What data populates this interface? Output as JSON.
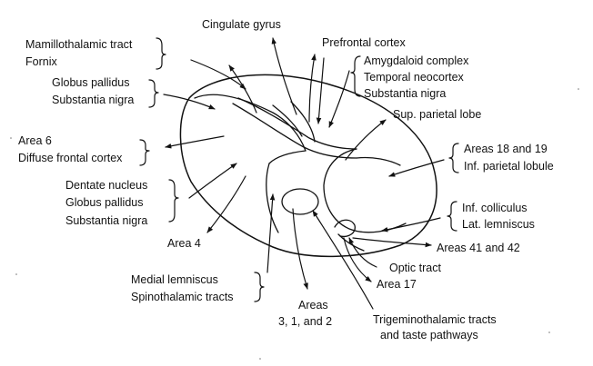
{
  "labels": {
    "mammillothalamic_tract": "Mamillothalamic tract",
    "fornix": "Fornix",
    "cingulate_gyrus": "Cingulate gyrus",
    "prefrontal_cortex": "Prefrontal cortex",
    "amygdaloid_complex": "Amygdaloid complex",
    "temporal_neocortex": "Temporal neocortex",
    "substantia_nigra_right": "Substantia nigra",
    "globus_pallidus_top": "Globus pallidus",
    "substantia_nigra_top": "Substantia nigra",
    "sup_parietal_lobe": "Sup. parietal lobe",
    "area_6": "Area 6",
    "diffuse_frontal_cortex": "Diffuse frontal cortex",
    "areas_18_19": "Areas 18 and 19",
    "inf_parietal_lobule": "Inf. parietal lobule",
    "dentate_nucleus": "Dentate nucleus",
    "globus_pallidus_mid": "Globus pallidus",
    "substantia_nigra_mid": "Substantia nigra",
    "inf_colliculus": "Inf. colliculus",
    "lat_lemniscus": "Lat. lemniscus",
    "area_4": "Area 4",
    "areas_41_42": "Areas 41 and 42",
    "optic_tract": "Optic tract",
    "medial_lemniscus": "Medial lemniscus",
    "spinothalamic_tracts": "Spinothalamic tracts",
    "area_17": "Area 17",
    "areas_line1": "Areas",
    "areas_line2": "3, 1, and 2",
    "trigeminothalamic_tracts": "Trigeminothalamic tracts",
    "taste_pathways": "and taste pathways"
  }
}
